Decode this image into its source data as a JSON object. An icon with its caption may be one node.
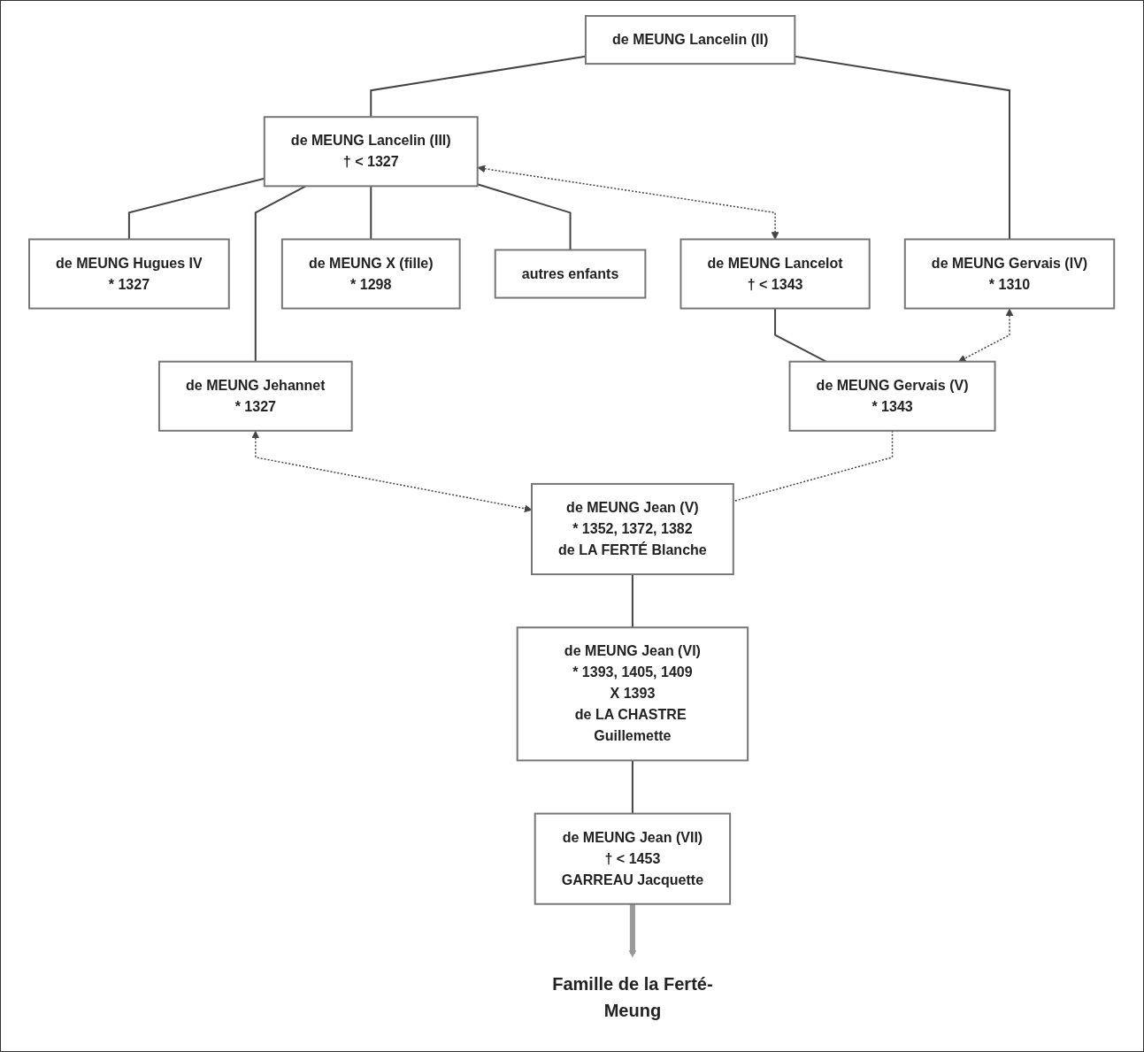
{
  "diagram": {
    "nodes": [
      {
        "text": [
          "de MEUNG Lancelin (II)"
        ]
      },
      {
        "text": [
          "de MEUNG Lancelin (III)",
          "† < 1327"
        ]
      },
      {
        "text": [
          "de MEUNG Gervais (IV)",
          "* 1310"
        ]
      },
      {
        "text": [
          "de MEUNG Hugues IV",
          "* 1327"
        ]
      },
      {
        "text": [
          "de MEUNG Jehannet",
          "* 1327"
        ]
      },
      {
        "text": [
          "de MEUNG X (fille)",
          "* 1298"
        ]
      },
      {
        "text": [
          "autres enfants"
        ]
      },
      {
        "text": [
          "de MEUNG Lancelot",
          "† < 1343"
        ]
      },
      {
        "text": [
          "de MEUNG Gervais (V)",
          "* 1343"
        ]
      },
      {
        "text": [
          "de MEUNG Jean (V)",
          "* 1352, 1372, 1382",
          "de LA FERTÉ Blanche"
        ]
      },
      {
        "text": [
          "de MEUNG Jean (VI)",
          "* 1393, 1405, 1409",
          "X 1393",
          "de LA CHASTRE Guillemette"
        ]
      },
      {
        "text": [
          "de MEUNG Jean (VII)",
          "† < 1453",
          "GARREAU Jacquette"
        ]
      },
      {
        "text": [
          "Famille de la Ferté-Meung"
        ]
      }
    ],
    "edges": [
      {
        "from": 0,
        "to": 1,
        "arrow": "none"
      },
      {
        "from": 0,
        "to": 2,
        "arrow": "none"
      },
      {
        "from": 1,
        "to": 3,
        "arrow": "none"
      },
      {
        "from": 1,
        "to": 4,
        "arrow": "none"
      },
      {
        "from": 1,
        "to": 5,
        "arrow": "none"
      },
      {
        "from": 1,
        "to": 6,
        "arrow": "none"
      },
      {
        "from": 7,
        "to": 8,
        "arrow": "none"
      },
      {
        "from": 1,
        "to": 7,
        "arrow": "both",
        "style": "dashed"
      },
      {
        "from": 2,
        "to": 8,
        "arrow": "both",
        "style": "dashed"
      },
      {
        "from": 8,
        "to": 9,
        "arrow": "none",
        "style": "dashed"
      },
      {
        "from": 4,
        "to": 9,
        "arrow": "both",
        "style": "dashed"
      },
      {
        "from": 9,
        "to": 10,
        "arrow": "none"
      },
      {
        "from": 10,
        "to": 11,
        "arrow": "none"
      },
      {
        "from": 11,
        "to": 12,
        "arrow": "to",
        "style": "thick",
        "color": "#999999"
      }
    ]
  }
}
